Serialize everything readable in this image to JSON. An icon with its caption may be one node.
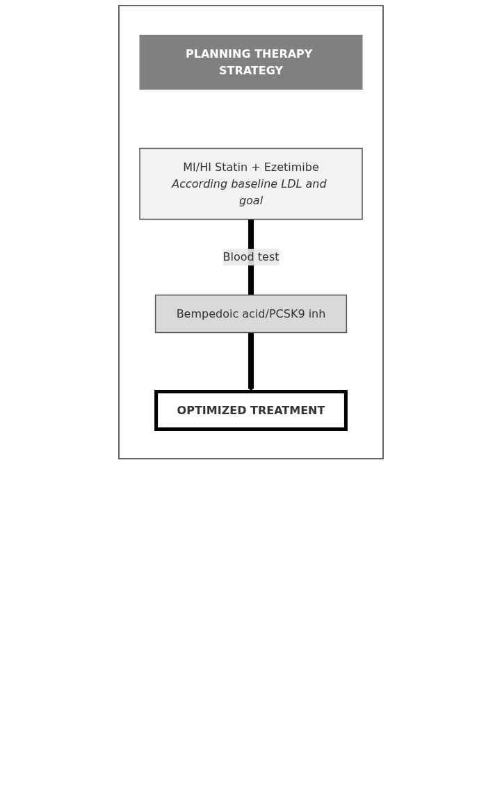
{
  "diagram": {
    "nodes": [
      {
        "text": [],
        "shape": "box"
      },
      {
        "text": [
          "PLANNING THERAPY STRATEGY"
        ],
        "in": 0
      },
      {
        "text": [
          "MI/HI Statin + Ezetimibe",
          "According baseline LDL and goal"
        ],
        "in": 0
      },
      {
        "text": [
          "Bempedoic acid/PCSK9 inh"
        ],
        "in": 0
      },
      {
        "text": [
          "OPTIMIZED TREATMENT"
        ],
        "in": 0
      }
    ],
    "edges": [
      {
        "from": 2,
        "to": 3,
        "arrow": "none",
        "label": "Blood test"
      },
      {
        "from": 3,
        "to": 4,
        "arrow": "to"
      }
    ]
  }
}
